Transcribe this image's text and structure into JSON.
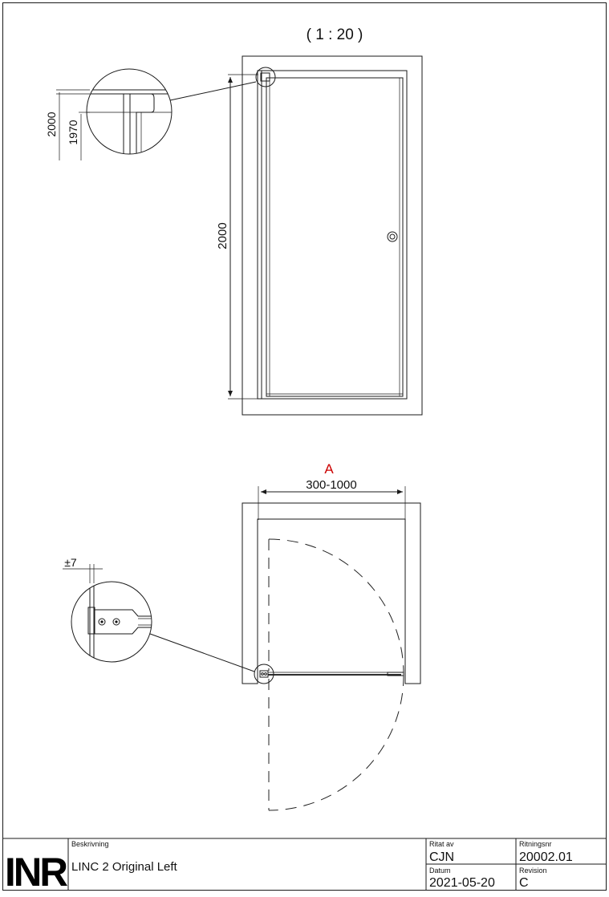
{
  "drawing": {
    "scale": "( 1 : 20 )",
    "elevation": {
      "height_dim": "2000",
      "detail_dim_outer": "2000",
      "detail_dim_inner": "1970"
    },
    "plan": {
      "width_label": "A",
      "width_dim": "300-1000",
      "tolerance_dim": "±7"
    }
  },
  "title_block": {
    "logo": "INR",
    "description_label": "Beskrivning",
    "description_value": "LINC 2 Original Left",
    "drawn_by_label": "Ritat av",
    "drawn_by_value": "CJN",
    "date_label": "Datum",
    "date_value": "2021-05-20",
    "drawing_no_label": "Ritningsnr",
    "drawing_no_value": "20002.01",
    "revision_label": "Revision",
    "revision_value": "C"
  },
  "colors": {
    "line": "#1a1a1a",
    "accent": "#cc0000"
  }
}
